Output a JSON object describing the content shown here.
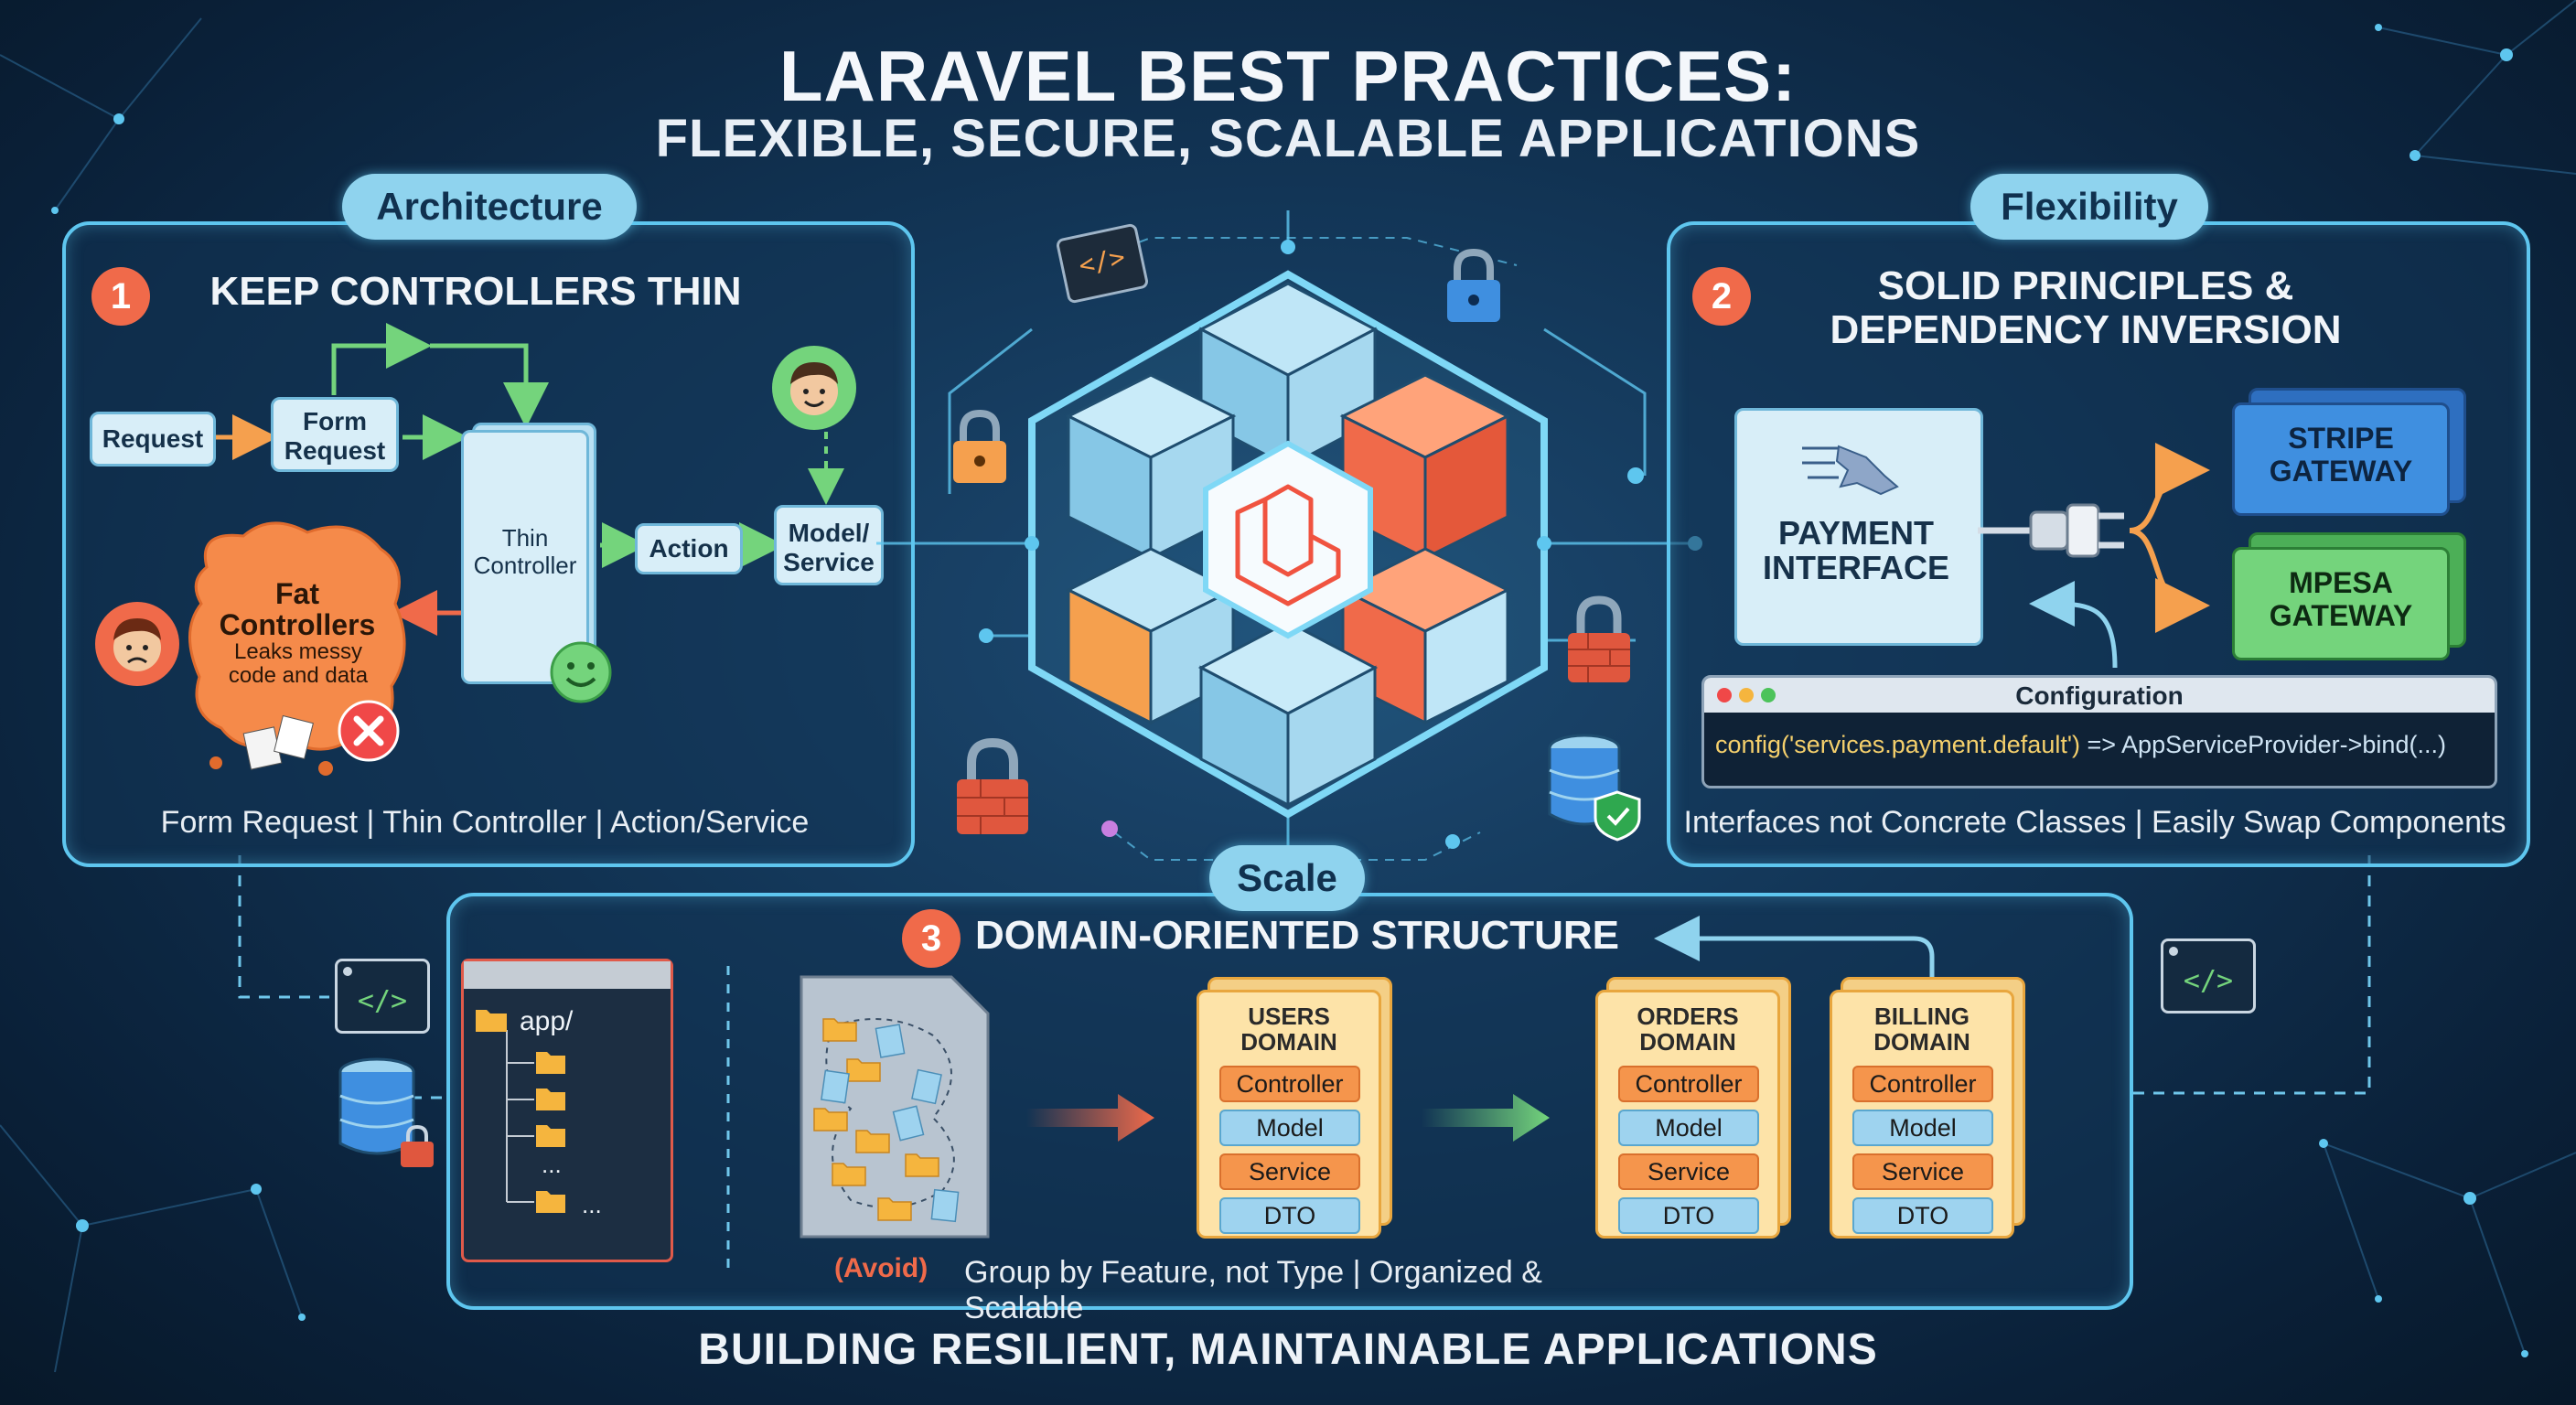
{
  "title": {
    "line1": "LARAVEL BEST PRACTICES:",
    "line2": "FLEXIBLE, SECURE, SCALABLE APPLICATIONS"
  },
  "footer": "BUILDING RESILIENT, MAINTAINABLE APPLICATIONS",
  "architecture": {
    "tag": "Architecture",
    "number": "1",
    "heading": "KEEP CONTROLLERS THIN",
    "request": "Request",
    "form_request": "Form Request",
    "thin_controller": "Thin Controller",
    "action": "Action",
    "model_service": "Model/ Service",
    "fat_title": "Fat Controllers",
    "fat_sub": "Leaks messy code and data",
    "caption": "Form Request | Thin Controller | Action/Service"
  },
  "flexibility": {
    "tag": "Flexibility",
    "number": "2",
    "heading_line1": "SOLID PRINCIPLES &",
    "heading_line2": "DEPENDENCY INVERSION",
    "payment_interface": "PAYMENT INTERFACE",
    "stripe": "STRIPE GATEWAY",
    "mpesa": "MPESA GATEWAY",
    "config_title": "Configuration",
    "config_code_str": "config('services.payment.default')",
    "config_code_rest": " => AppServiceProvider->bind(...)",
    "caption": "Interfaces not Concrete Classes | Easily Swap Components"
  },
  "scale": {
    "tag": "Scale",
    "number": "3",
    "heading": "DOMAIN-ORIENTED STRUCTURE",
    "app_folder": "app/",
    "ellipsis1": "...",
    "ellipsis2": "...",
    "avoid": "(Avoid)",
    "caption": "Group by Feature, not Type | Organized & Scalable",
    "domains": [
      {
        "title": "USERS DOMAIN",
        "items": [
          "Controller",
          "Model",
          "Service",
          "DTO"
        ]
      },
      {
        "title": "ORDERS DOMAIN",
        "items": [
          "Controller",
          "Model",
          "Service",
          "DTO"
        ]
      },
      {
        "title": "BILLING DOMAIN",
        "items": [
          "Controller",
          "Model",
          "Service",
          "DTO"
        ]
      }
    ]
  },
  "code_icon_text": "</>",
  "colors": {
    "accent": "#5ec6ef",
    "orange": "#f5954c",
    "red": "#f06a4a",
    "green": "#74d47c",
    "blue": "#3f8fe0"
  }
}
